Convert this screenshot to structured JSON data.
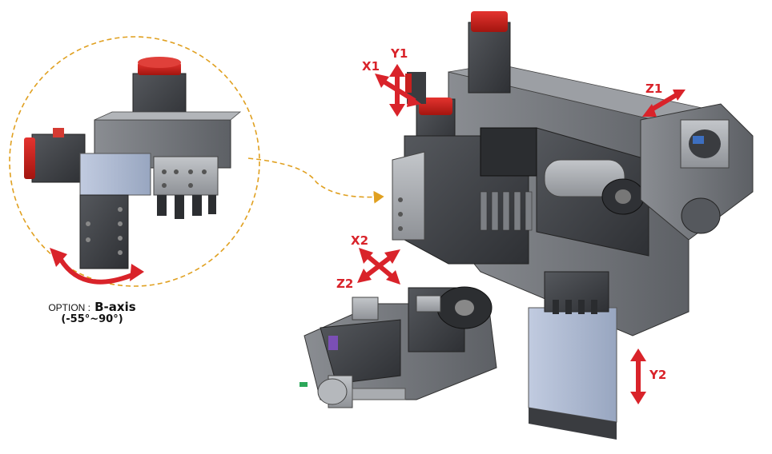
{
  "labels": {
    "x1": "X1",
    "y1": "Y1",
    "z1": "Z1",
    "x2": "X2",
    "z2": "Z2",
    "y2": "Y2"
  },
  "caption": {
    "option": "OPTION :",
    "b_axis": "B-axis",
    "range": "(-55°~90°)"
  },
  "colors": {
    "arrow_red": "#d9232a",
    "motor_red": "#c8201f",
    "callout_orange": "#e0a020",
    "body_dark": "#3e4044",
    "body_mid": "#6e7176",
    "body_light": "#a3a6aa",
    "cover_blue": "#a9b7cf"
  },
  "icons": {
    "axis_arrow": "double-headed-arrow-icon",
    "rotation_arrow": "curved-rotation-arrow-icon"
  }
}
